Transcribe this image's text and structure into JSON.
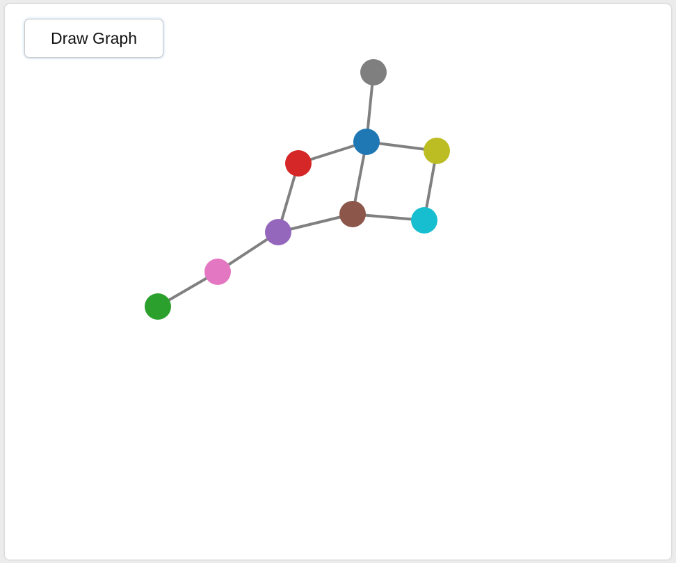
{
  "toolbar": {
    "draw_label": "Draw Graph"
  },
  "graph": {
    "edge_color": "#808080",
    "nodes": [
      {
        "id": "gray",
        "color": "#7f7f7f"
      },
      {
        "id": "blue",
        "color": "#1f77b4"
      },
      {
        "id": "red",
        "color": "#d62728"
      },
      {
        "id": "olive",
        "color": "#bcbd22"
      },
      {
        "id": "brown",
        "color": "#8c564b"
      },
      {
        "id": "cyan",
        "color": "#17becf"
      },
      {
        "id": "purple",
        "color": "#9467bd"
      },
      {
        "id": "pink",
        "color": "#e377c2"
      },
      {
        "id": "green",
        "color": "#2ca02c"
      }
    ],
    "edges": [
      [
        "gray",
        "blue"
      ],
      [
        "blue",
        "red"
      ],
      [
        "blue",
        "olive"
      ],
      [
        "blue",
        "brown"
      ],
      [
        "olive",
        "cyan"
      ],
      [
        "brown",
        "cyan"
      ],
      [
        "red",
        "purple"
      ],
      [
        "brown",
        "purple"
      ],
      [
        "purple",
        "pink"
      ],
      [
        "pink",
        "green"
      ]
    ]
  }
}
